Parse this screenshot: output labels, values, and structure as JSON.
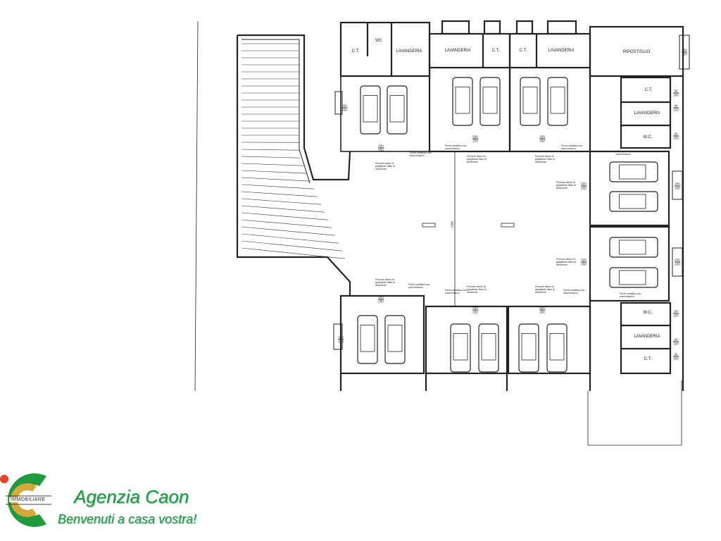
{
  "rooms": {
    "top": [
      "C.T.",
      "WC",
      "LAVANDERIA",
      "LAVANDERIA",
      "C.T.",
      "C.T.",
      "LAVANDERIA",
      "RIPOSTIGLIO"
    ],
    "right_top": [
      "C.T.",
      "LAVANDERIA",
      "W.C."
    ],
    "right_bottom": [
      "W.C.",
      "LAVANDERIA",
      "C.T."
    ]
  },
  "notes": {
    "door_metal": "Porta metallica con autochiusura",
    "door_grille": "Portone diviso di grigliature fisse di aerazione"
  },
  "dims": {
    "d200_100": [
      "200",
      "100"
    ],
    "d90_100": [
      "90",
      "100"
    ],
    "d500_250": [
      "500",
      "250"
    ],
    "d1280": "1280"
  },
  "logo": {
    "brand": "Agenzia Caon",
    "slogan": "Benvenuti a casa vostra!",
    "tag": "IMMOBILIARE",
    "green": "#1f9a3c",
    "gold": "#d4a83a",
    "red": "#e0452a"
  }
}
